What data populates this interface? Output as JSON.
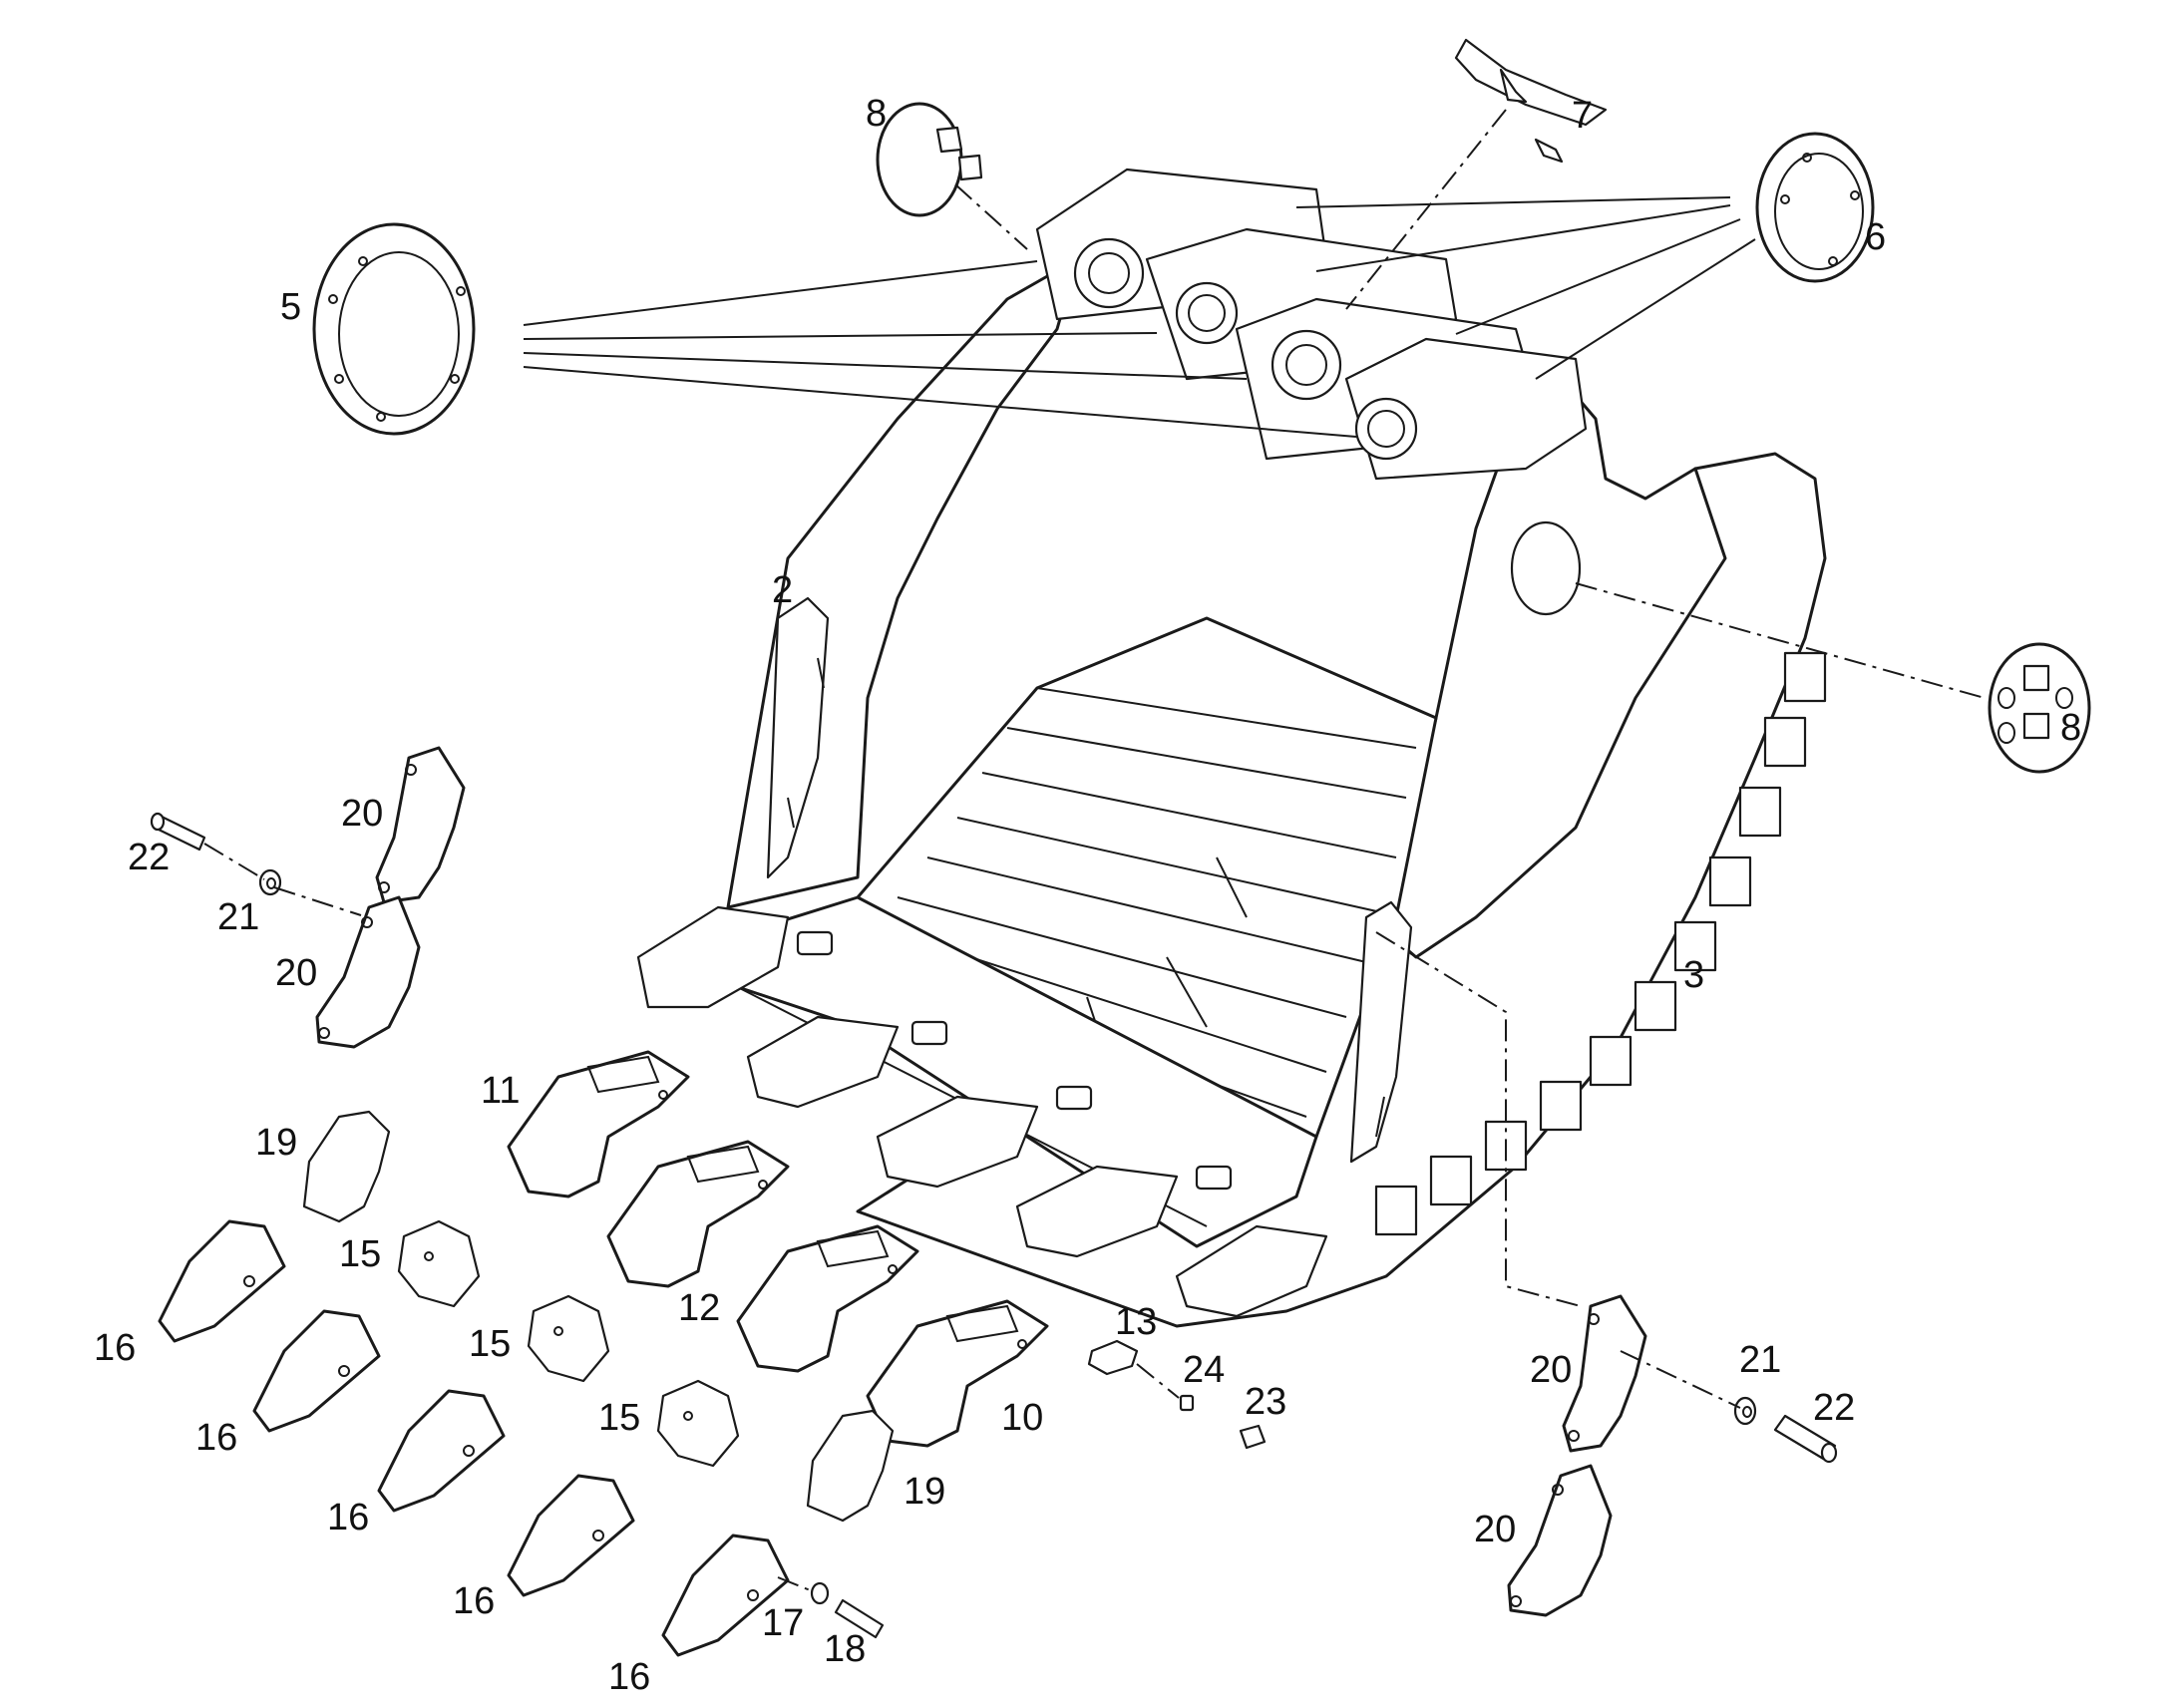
{
  "callouts": [
    {
      "id": "5",
      "label": "5"
    },
    {
      "id": "8-top",
      "label": "8"
    },
    {
      "id": "7",
      "label": "7"
    },
    {
      "id": "6",
      "label": "6"
    },
    {
      "id": "2",
      "label": "2"
    },
    {
      "id": "8-right",
      "label": "8"
    },
    {
      "id": "3",
      "label": "3"
    },
    {
      "id": "20-a",
      "label": "20"
    },
    {
      "id": "22-left",
      "label": "22"
    },
    {
      "id": "21-left",
      "label": "21"
    },
    {
      "id": "20-b",
      "label": "20"
    },
    {
      "id": "11",
      "label": "11"
    },
    {
      "id": "19-left",
      "label": "19"
    },
    {
      "id": "15-a",
      "label": "15"
    },
    {
      "id": "16-a",
      "label": "16"
    },
    {
      "id": "12",
      "label": "12"
    },
    {
      "id": "15-b",
      "label": "15"
    },
    {
      "id": "16-b",
      "label": "16"
    },
    {
      "id": "15-c",
      "label": "15"
    },
    {
      "id": "16-c",
      "label": "16"
    },
    {
      "id": "13",
      "label": "13"
    },
    {
      "id": "24",
      "label": "24"
    },
    {
      "id": "23",
      "label": "23"
    },
    {
      "id": "10",
      "label": "10"
    },
    {
      "id": "19-right",
      "label": "19"
    },
    {
      "id": "16-d",
      "label": "16"
    },
    {
      "id": "17",
      "label": "17"
    },
    {
      "id": "18",
      "label": "18"
    },
    {
      "id": "16-e",
      "label": "16"
    },
    {
      "id": "20-c",
      "label": "20"
    },
    {
      "id": "21-right",
      "label": "21"
    },
    {
      "id": "22-right",
      "label": "22"
    },
    {
      "id": "20-d",
      "label": "20"
    }
  ]
}
